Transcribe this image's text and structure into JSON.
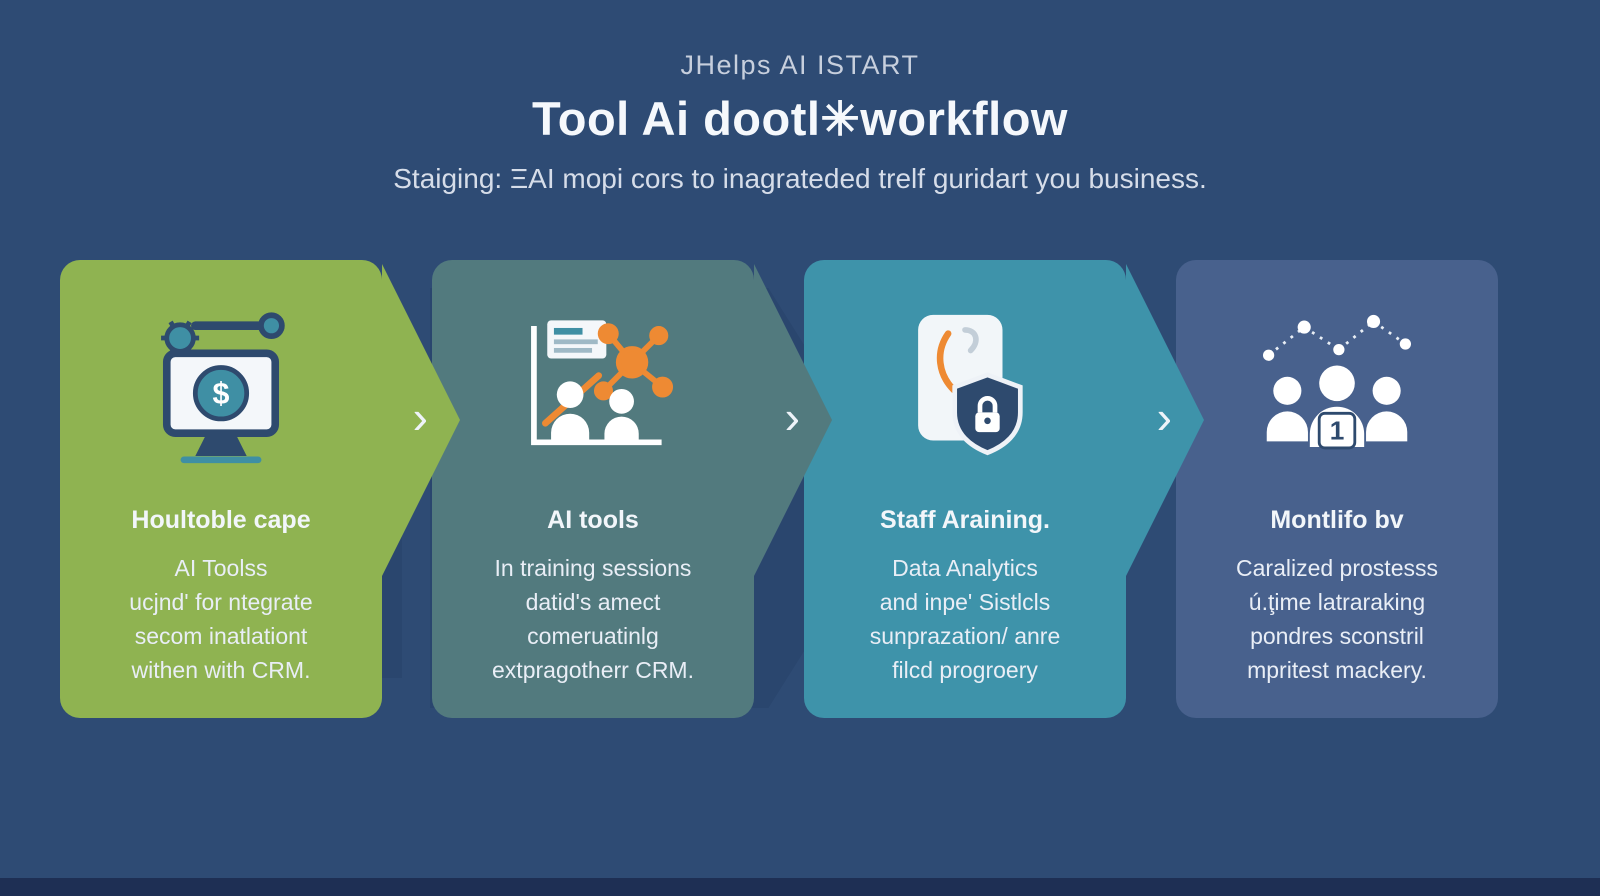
{
  "page": {
    "background_color": "#2e4b74",
    "footer_color": "#1e2f54"
  },
  "header": {
    "kicker": "JHelps AI ISTART",
    "title": "Tool Ai dootl✳workflow",
    "subtitle": "Staiging: ΞAI mopi cors to inagrateded trelf guridart you business."
  },
  "glyphs": {
    "chevron": "›"
  },
  "steps": [
    {
      "title": "Houltoble cape",
      "body": "AI Toolss\nucjnd' for ntegrate\nsecom inatlationt\nwithen with CRM.",
      "color": "#8fb351",
      "icon": "monitor-dollar-tools-icon",
      "icon_badge": "$"
    },
    {
      "title": "AI tools",
      "body": "In training sessions\ndatid's amect\ncomeruatinlg\nextpragotherr CRM.",
      "color": "#527a7e",
      "icon": "chart-people-network-icon",
      "icon_badge": ""
    },
    {
      "title": "Staff Araining.",
      "body": "Data Analytics\nand inpe' Sistlcls\nsunprazation/ anre\nfilcd progroery",
      "color": "#3e93aa",
      "icon": "document-shield-lock-icon",
      "icon_badge": ""
    },
    {
      "title": "Montlifo bv",
      "body": "Caralized prostesss\nú.ţime latraraking\npondres sconstril\nmpritest mackery.",
      "color": "#48618d",
      "icon": "team-monitoring-icon",
      "icon_badge": "1"
    }
  ],
  "accent_colors": {
    "navy": "#2e4a6e",
    "teal": "#3f8fa4",
    "orange": "#ee8a33",
    "white": "#f4f7fa"
  }
}
